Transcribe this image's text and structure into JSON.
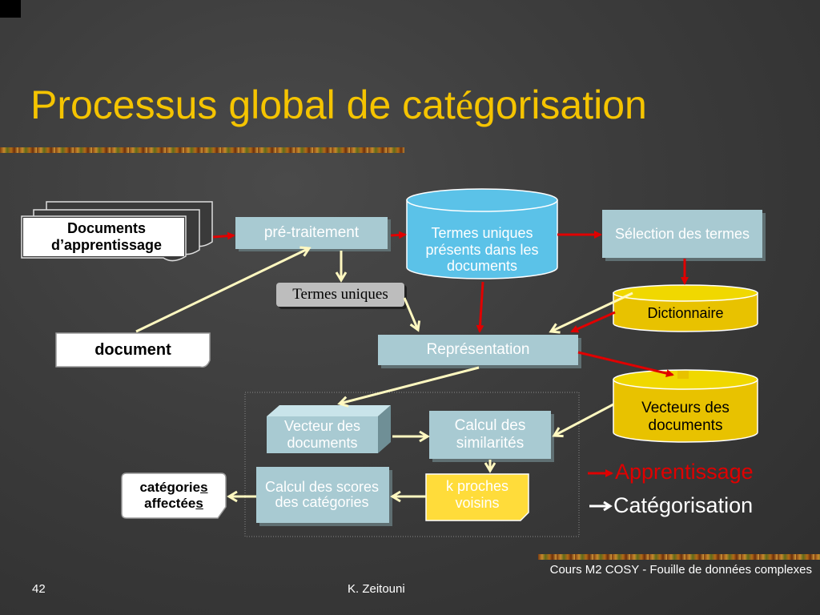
{
  "title": {
    "text_before": "Processus global de cat",
    "accent": "é",
    "text_after": "gorisation"
  },
  "nodes": {
    "documents_apprentissage": "Documents d’apprentissage",
    "pretraitement": "pré-traitement",
    "termes_uniques_presents": "Termes uniques présents dans les documents",
    "selection_termes": "Sélection des termes",
    "dictionnaire": "Dictionnaire",
    "termes_uniques": "Termes uniques",
    "document": "document",
    "representation": "Représentation",
    "vecteurs_des_documents": "Vecteurs des documents",
    "vecteur_des_documents": "Vecteur des documents",
    "calcul_similarites": "Calcul des similarités",
    "k_proches_voisins": "k proches voisins",
    "calcul_scores": "Calcul des scores des catégories",
    "categories_affectees_1": "catégorie",
    "categories_affectees_s1": "s",
    "categories_affectees_2": "affectée",
    "categories_affectees_s2": "s"
  },
  "legend": {
    "apprentissage": "Apprentissage",
    "categorisation": "Catégorisation",
    "apprentissage_color": "#e00000",
    "categorisation_color": "#ffffff"
  },
  "footer": {
    "page": "42",
    "author": "K. Zeitouni",
    "course": "Cours M2 COSY -  Fouille de données complexes"
  },
  "colors": {
    "title": "#f5c400",
    "cyan_box": "#a8cad2",
    "blue_cylinder": "#5bc2e8",
    "gold_cylinder": "#e8c200",
    "note_yellow": "#ffdc3a"
  }
}
